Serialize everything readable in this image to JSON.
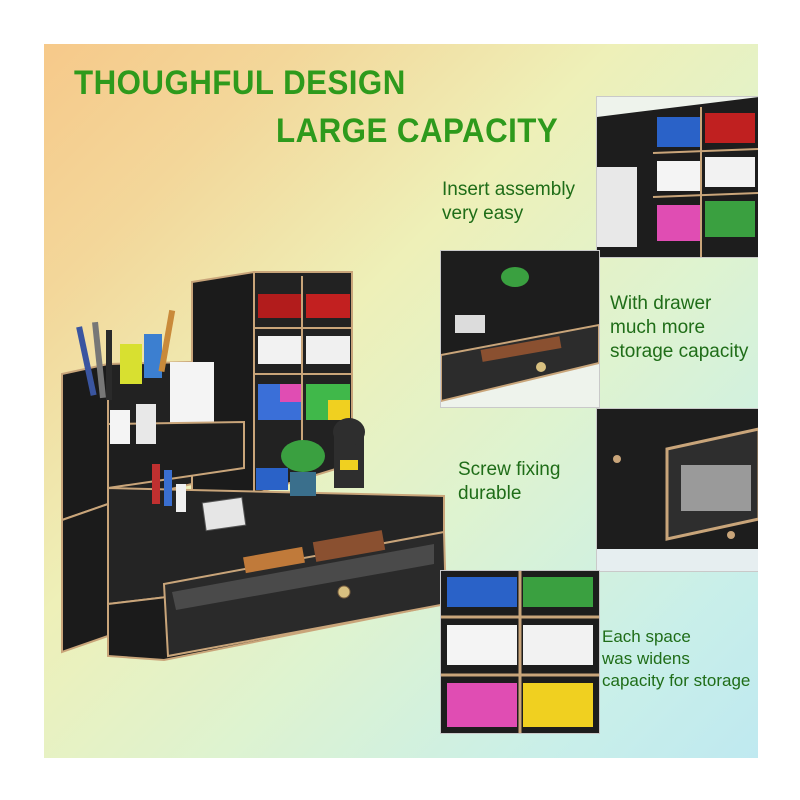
{
  "headline": {
    "line1": "THOUGHFUL DESIGN",
    "line2": "LARGE CAPACITY"
  },
  "features": [
    {
      "line1": "Insert assembly",
      "line2": "very easy"
    },
    {
      "line1": "With drawer",
      "line2": "much more",
      "line3": "storage capacity"
    },
    {
      "line1": "Screw fixing",
      "line2": "durable"
    },
    {
      "line1": "Each space",
      "line2": "was widens",
      "line3": "capacity for storage"
    }
  ],
  "colors": {
    "headline": "#2e9a1c",
    "caption": "#1f6d18",
    "wood_black": "#1b1b1b",
    "wood_edge": "#c9a57a"
  }
}
